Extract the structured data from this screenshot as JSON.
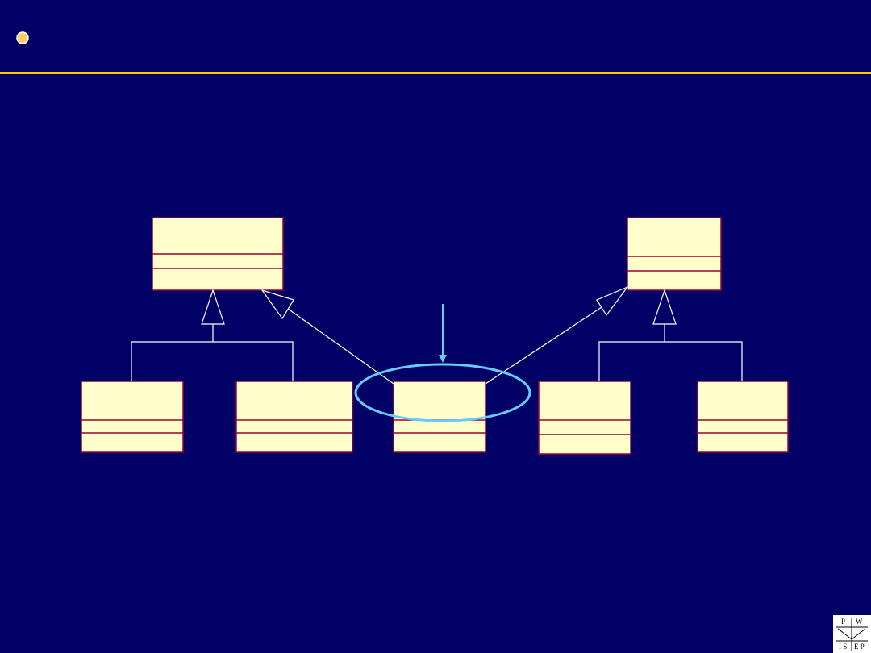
{
  "colors": {
    "background": "#000066",
    "rule": "#ffcc00",
    "bullet": "#ffcc66",
    "class_fill": "#ffffcc",
    "class_border": "#990033",
    "connector": "#ffffff",
    "highlight": "#66ccff"
  },
  "logo": {
    "top_left": "P",
    "top_right": "W",
    "bottom_left": "I S",
    "bottom_right": "E P"
  }
}
